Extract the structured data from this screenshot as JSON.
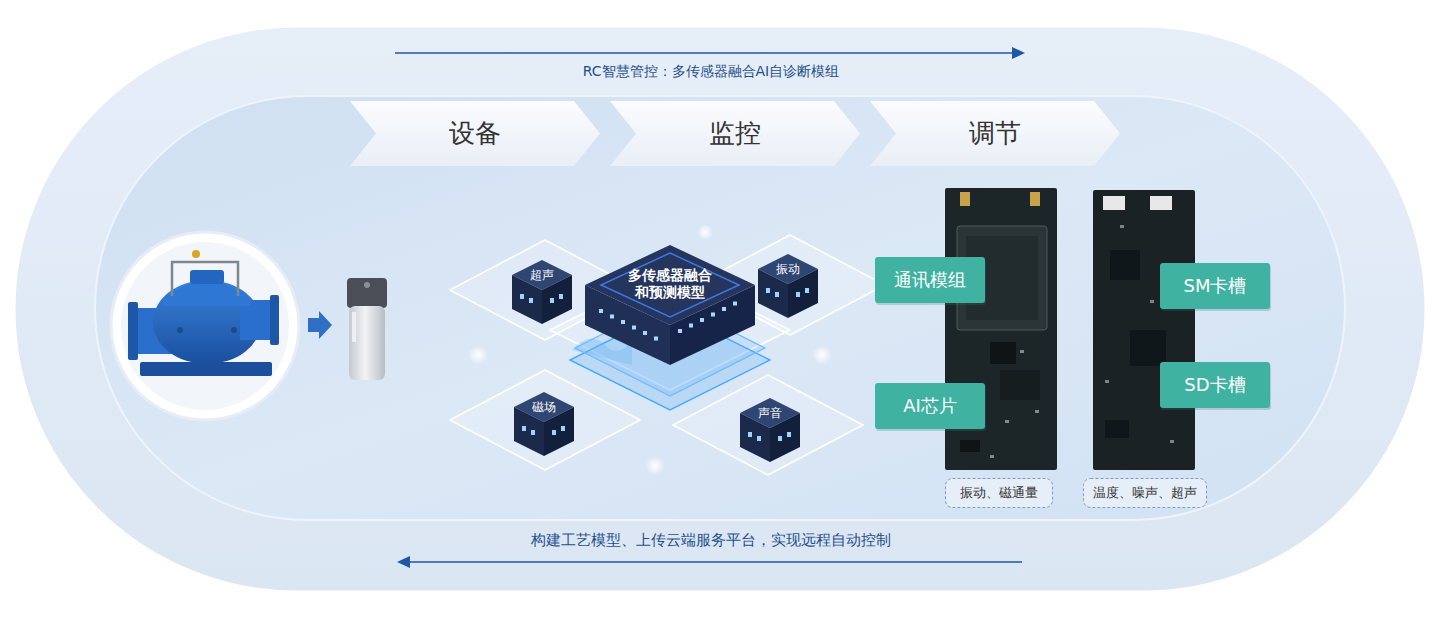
{
  "diagram": {
    "nodes": [
      {
        "text": [
          "设备"
        ]
      },
      {
        "text": [
          "监控"
        ]
      },
      {
        "text": [
          "调节"
        ]
      },
      {
        "text": [
          "多传感器融合 和预测模型"
        ]
      },
      {
        "text": [
          "超声"
        ]
      },
      {
        "text": [
          "振动"
        ]
      },
      {
        "text": [
          "磁场"
        ]
      },
      {
        "text": [
          "声音"
        ]
      },
      {
        "text": [
          "通讯模组"
        ]
      },
      {
        "text": [
          "AI芯片"
        ]
      },
      {
        "text": [
          "SM卡槽"
        ]
      },
      {
        "text": [
          "SD卡槽"
        ]
      },
      {
        "text": [
          "振动、磁通量"
        ]
      },
      {
        "text": [
          "温度、噪声、超声"
        ]
      }
    ],
    "labels": [
      "RC智慧管控：多传感器融合AI自诊断模组",
      "构建工艺模型、上传云端服务平台，实现远程自动控制"
    ]
  }
}
